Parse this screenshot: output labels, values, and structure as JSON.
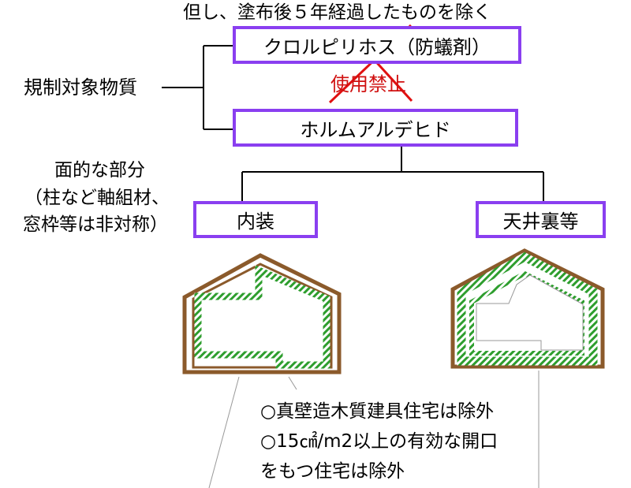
{
  "diagram": {
    "note_top": "但し、塗布後５年経過したものを除く",
    "box_chlorpyrifos": "クロルピリホス（防蟻剤）",
    "prohibited_label": "使用禁止",
    "left_label": "規制対象物質",
    "box_formaldehyde": "ホルムアルデヒド",
    "surface_note": [
      "面的な部分",
      "（柱など軸組材、",
      "窓枠等は非対称）"
    ],
    "box_interior": "内装",
    "box_ceiling": "天井裏等",
    "exclusions": [
      "○真壁造木質建具住宅は除外",
      "○15㎠/m2以上の有効な開口",
      "をもつ住宅は除外"
    ],
    "colors": {
      "box_border": "#8a3ff0",
      "cross": "#e01010",
      "prohibited": "#d01010",
      "house_outline": "#8b5a2b",
      "hatch": "#2e9e2e"
    }
  }
}
